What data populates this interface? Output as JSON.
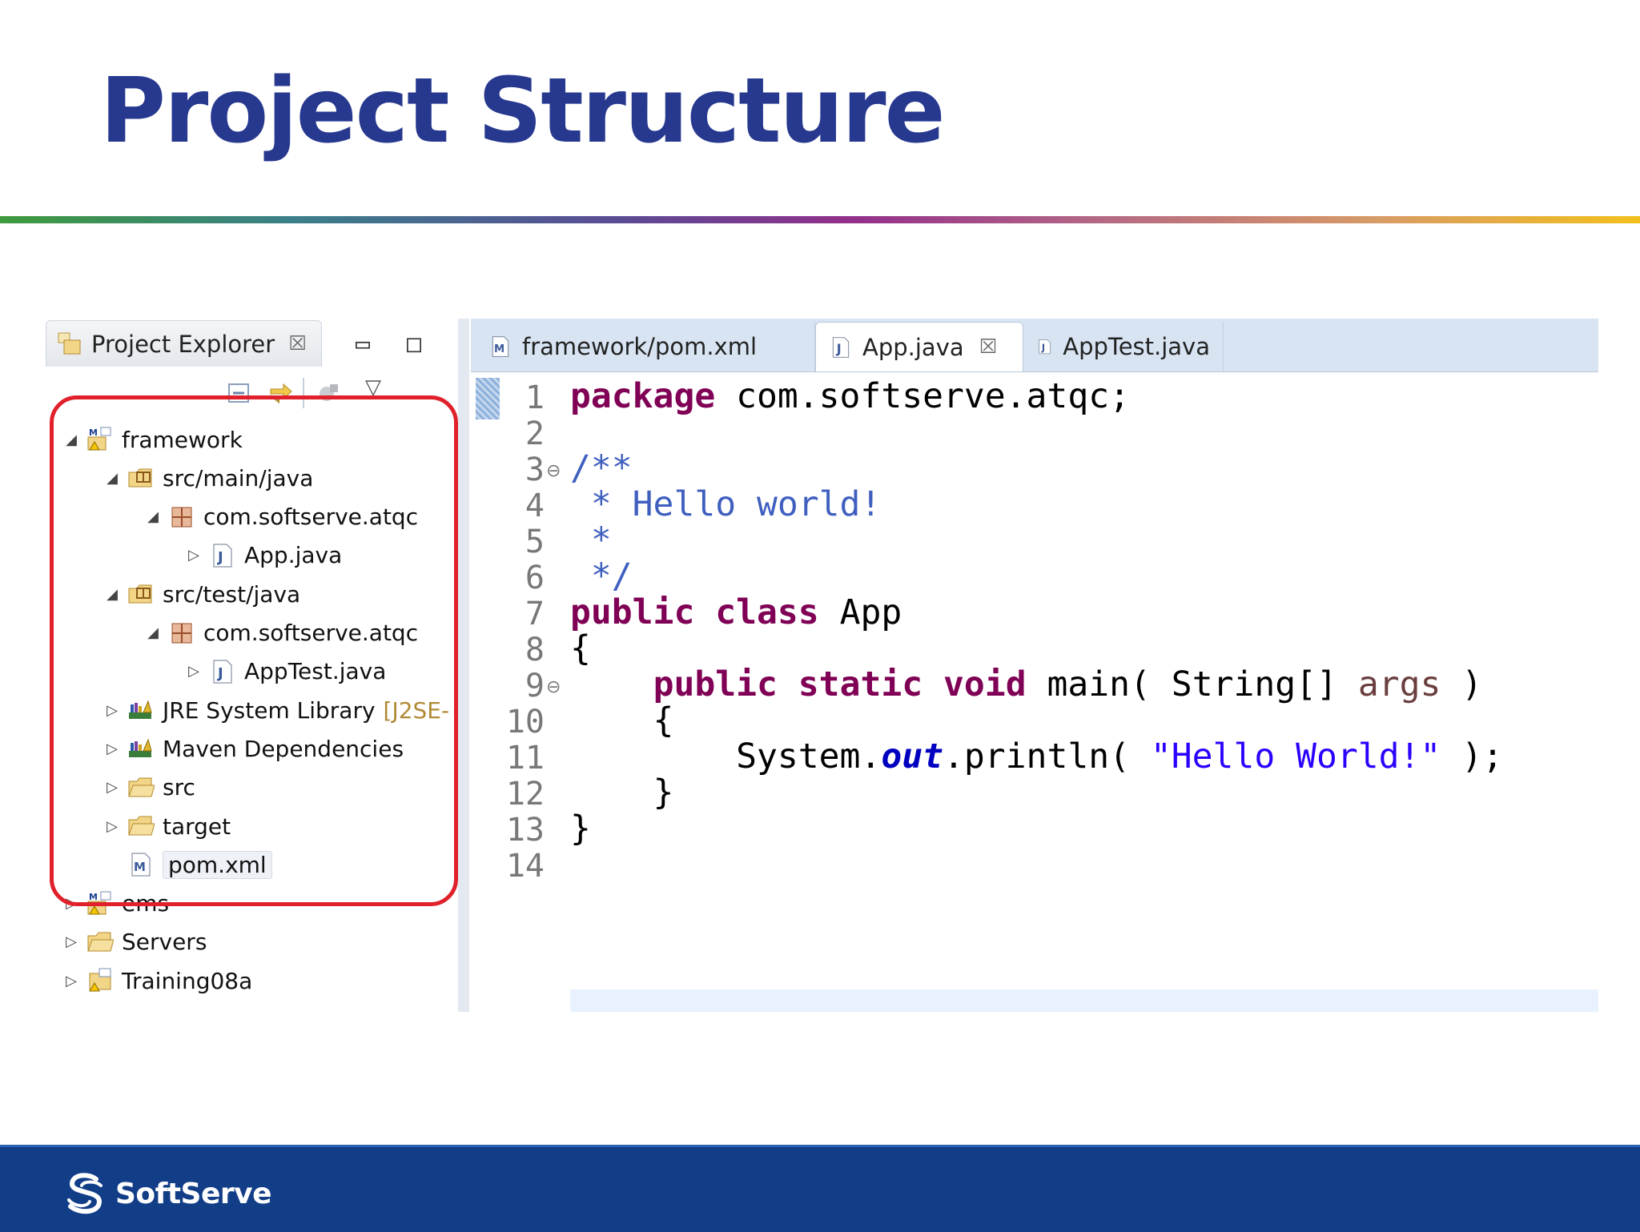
{
  "slide": {
    "title": "Project Structure",
    "footer_brand": "SoftServe"
  },
  "explorer": {
    "tab_label": "Project Explorer",
    "tree": [
      {
        "label": "framework",
        "decor": "",
        "icon": "maven-project-icon",
        "twisty": "expanded",
        "level": 0
      },
      {
        "label": "src/main/java",
        "decor": "",
        "icon": "source-folder-icon",
        "twisty": "expanded",
        "level": 1
      },
      {
        "label": "com.softserve.atqc",
        "decor": "",
        "icon": "package-icon",
        "twisty": "expanded",
        "level": 2
      },
      {
        "label": "App.java",
        "decor": "",
        "icon": "java-file-icon",
        "twisty": "collapsed",
        "level": 3
      },
      {
        "label": "src/test/java",
        "decor": "",
        "icon": "source-folder-icon",
        "twisty": "expanded",
        "level": 1
      },
      {
        "label": "com.softserve.atqc",
        "decor": "",
        "icon": "package-icon",
        "twisty": "expanded",
        "level": 2
      },
      {
        "label": "AppTest.java",
        "decor": "",
        "icon": "java-file-icon",
        "twisty": "collapsed",
        "level": 3
      },
      {
        "label": "JRE System Library",
        "decor": "[J2SE-",
        "icon": "library-icon",
        "twisty": "collapsed",
        "level": 1
      },
      {
        "label": "Maven Dependencies",
        "decor": "",
        "icon": "library-icon",
        "twisty": "collapsed",
        "level": 1
      },
      {
        "label": "src",
        "decor": "",
        "icon": "folder-icon",
        "twisty": "collapsed",
        "level": 1
      },
      {
        "label": "target",
        "decor": "",
        "icon": "folder-icon",
        "twisty": "collapsed",
        "level": 1
      },
      {
        "label": "pom.xml",
        "decor": "",
        "icon": "maven-file-icon",
        "twisty": "none",
        "level": 1,
        "selected": true
      },
      {
        "label": "ems",
        "decor": "",
        "icon": "maven-project-icon",
        "twisty": "collapsed",
        "level": 0
      },
      {
        "label": "Servers",
        "decor": "",
        "icon": "folder-icon",
        "twisty": "collapsed",
        "level": 0
      },
      {
        "label": "Training08a",
        "decor": "",
        "icon": "project-icon",
        "twisty": "collapsed",
        "level": 0
      }
    ]
  },
  "editor": {
    "tabs": [
      {
        "label": "framework/pom.xml",
        "icon": "maven-file-icon",
        "active": false
      },
      {
        "label": "App.java",
        "icon": "java-file-icon",
        "active": true,
        "closable": true
      },
      {
        "label": "AppTest.java",
        "icon": "java-file-icon",
        "active": false
      }
    ],
    "line_numbers": [
      "1",
      "2",
      "3",
      "4",
      "5",
      "6",
      "7",
      "8",
      "9",
      "10",
      "11",
      "12",
      "13",
      "14"
    ],
    "code": [
      [
        {
          "t": "package",
          "c": "kw"
        },
        {
          "t": " com.softserve.atqc;",
          "c": ""
        }
      ],
      [],
      [
        {
          "t": "/**",
          "c": "cm"
        }
      ],
      [
        {
          "t": " * Hello world!",
          "c": "cm"
        }
      ],
      [
        {
          "t": " *",
          "c": "cm"
        }
      ],
      [
        {
          "t": " */",
          "c": "cm"
        }
      ],
      [
        {
          "t": "public",
          "c": "kw"
        },
        {
          "t": " ",
          "c": ""
        },
        {
          "t": "class",
          "c": "kw"
        },
        {
          "t": " App",
          "c": ""
        }
      ],
      [
        {
          "t": "{",
          "c": ""
        }
      ],
      [
        {
          "t": "    ",
          "c": ""
        },
        {
          "t": "public",
          "c": "kw"
        },
        {
          "t": " ",
          "c": ""
        },
        {
          "t": "static",
          "c": "kw"
        },
        {
          "t": " ",
          "c": ""
        },
        {
          "t": "void",
          "c": "kw"
        },
        {
          "t": " main( String[] ",
          "c": ""
        },
        {
          "t": "args",
          "c": "prm"
        },
        {
          "t": " )",
          "c": ""
        }
      ],
      [
        {
          "t": "    {",
          "c": ""
        }
      ],
      [
        {
          "t": "        System.",
          "c": ""
        },
        {
          "t": "out",
          "c": "fld"
        },
        {
          "t": ".println( ",
          "c": ""
        },
        {
          "t": "\"Hello World!\"",
          "c": "str"
        },
        {
          "t": " );",
          "c": ""
        }
      ],
      [
        {
          "t": "    }",
          "c": ""
        }
      ],
      [
        {
          "t": "}",
          "c": ""
        }
      ],
      []
    ]
  },
  "colors": {
    "title": "#27388f",
    "footer": "#123d87",
    "highlight_box": "#e0202a",
    "keyword": "#7f0055",
    "comment": "#3f5fbf",
    "string": "#2a00ff"
  }
}
